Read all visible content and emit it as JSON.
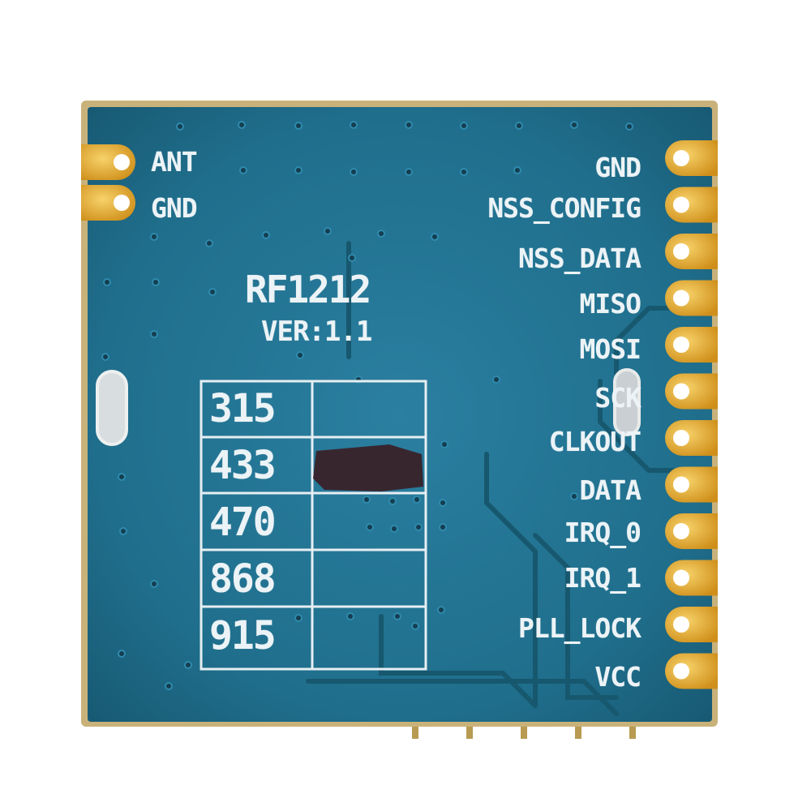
{
  "board": {
    "model": "RF1212",
    "version": "VER:1.1",
    "colors": {
      "pcb": "#1f6e8c",
      "pcb_dark": "#17556e",
      "edge": "#c9a74f",
      "gold": "#e4a92b",
      "silkscreen": "#ecf3f6"
    }
  },
  "left_pins": [
    "ANT",
    "GND"
  ],
  "right_pins": [
    "GND",
    "NSS_CONFIG",
    "NSS_DATA",
    "MISO",
    "MOSI",
    "SCK",
    "CLKOUT",
    "DATA",
    "IRQ_0",
    "IRQ_1",
    "PLL_LOCK",
    "VCC"
  ],
  "frequency_table": {
    "values": [
      "315",
      "433",
      "470",
      "868",
      "915"
    ],
    "selected": "433"
  }
}
